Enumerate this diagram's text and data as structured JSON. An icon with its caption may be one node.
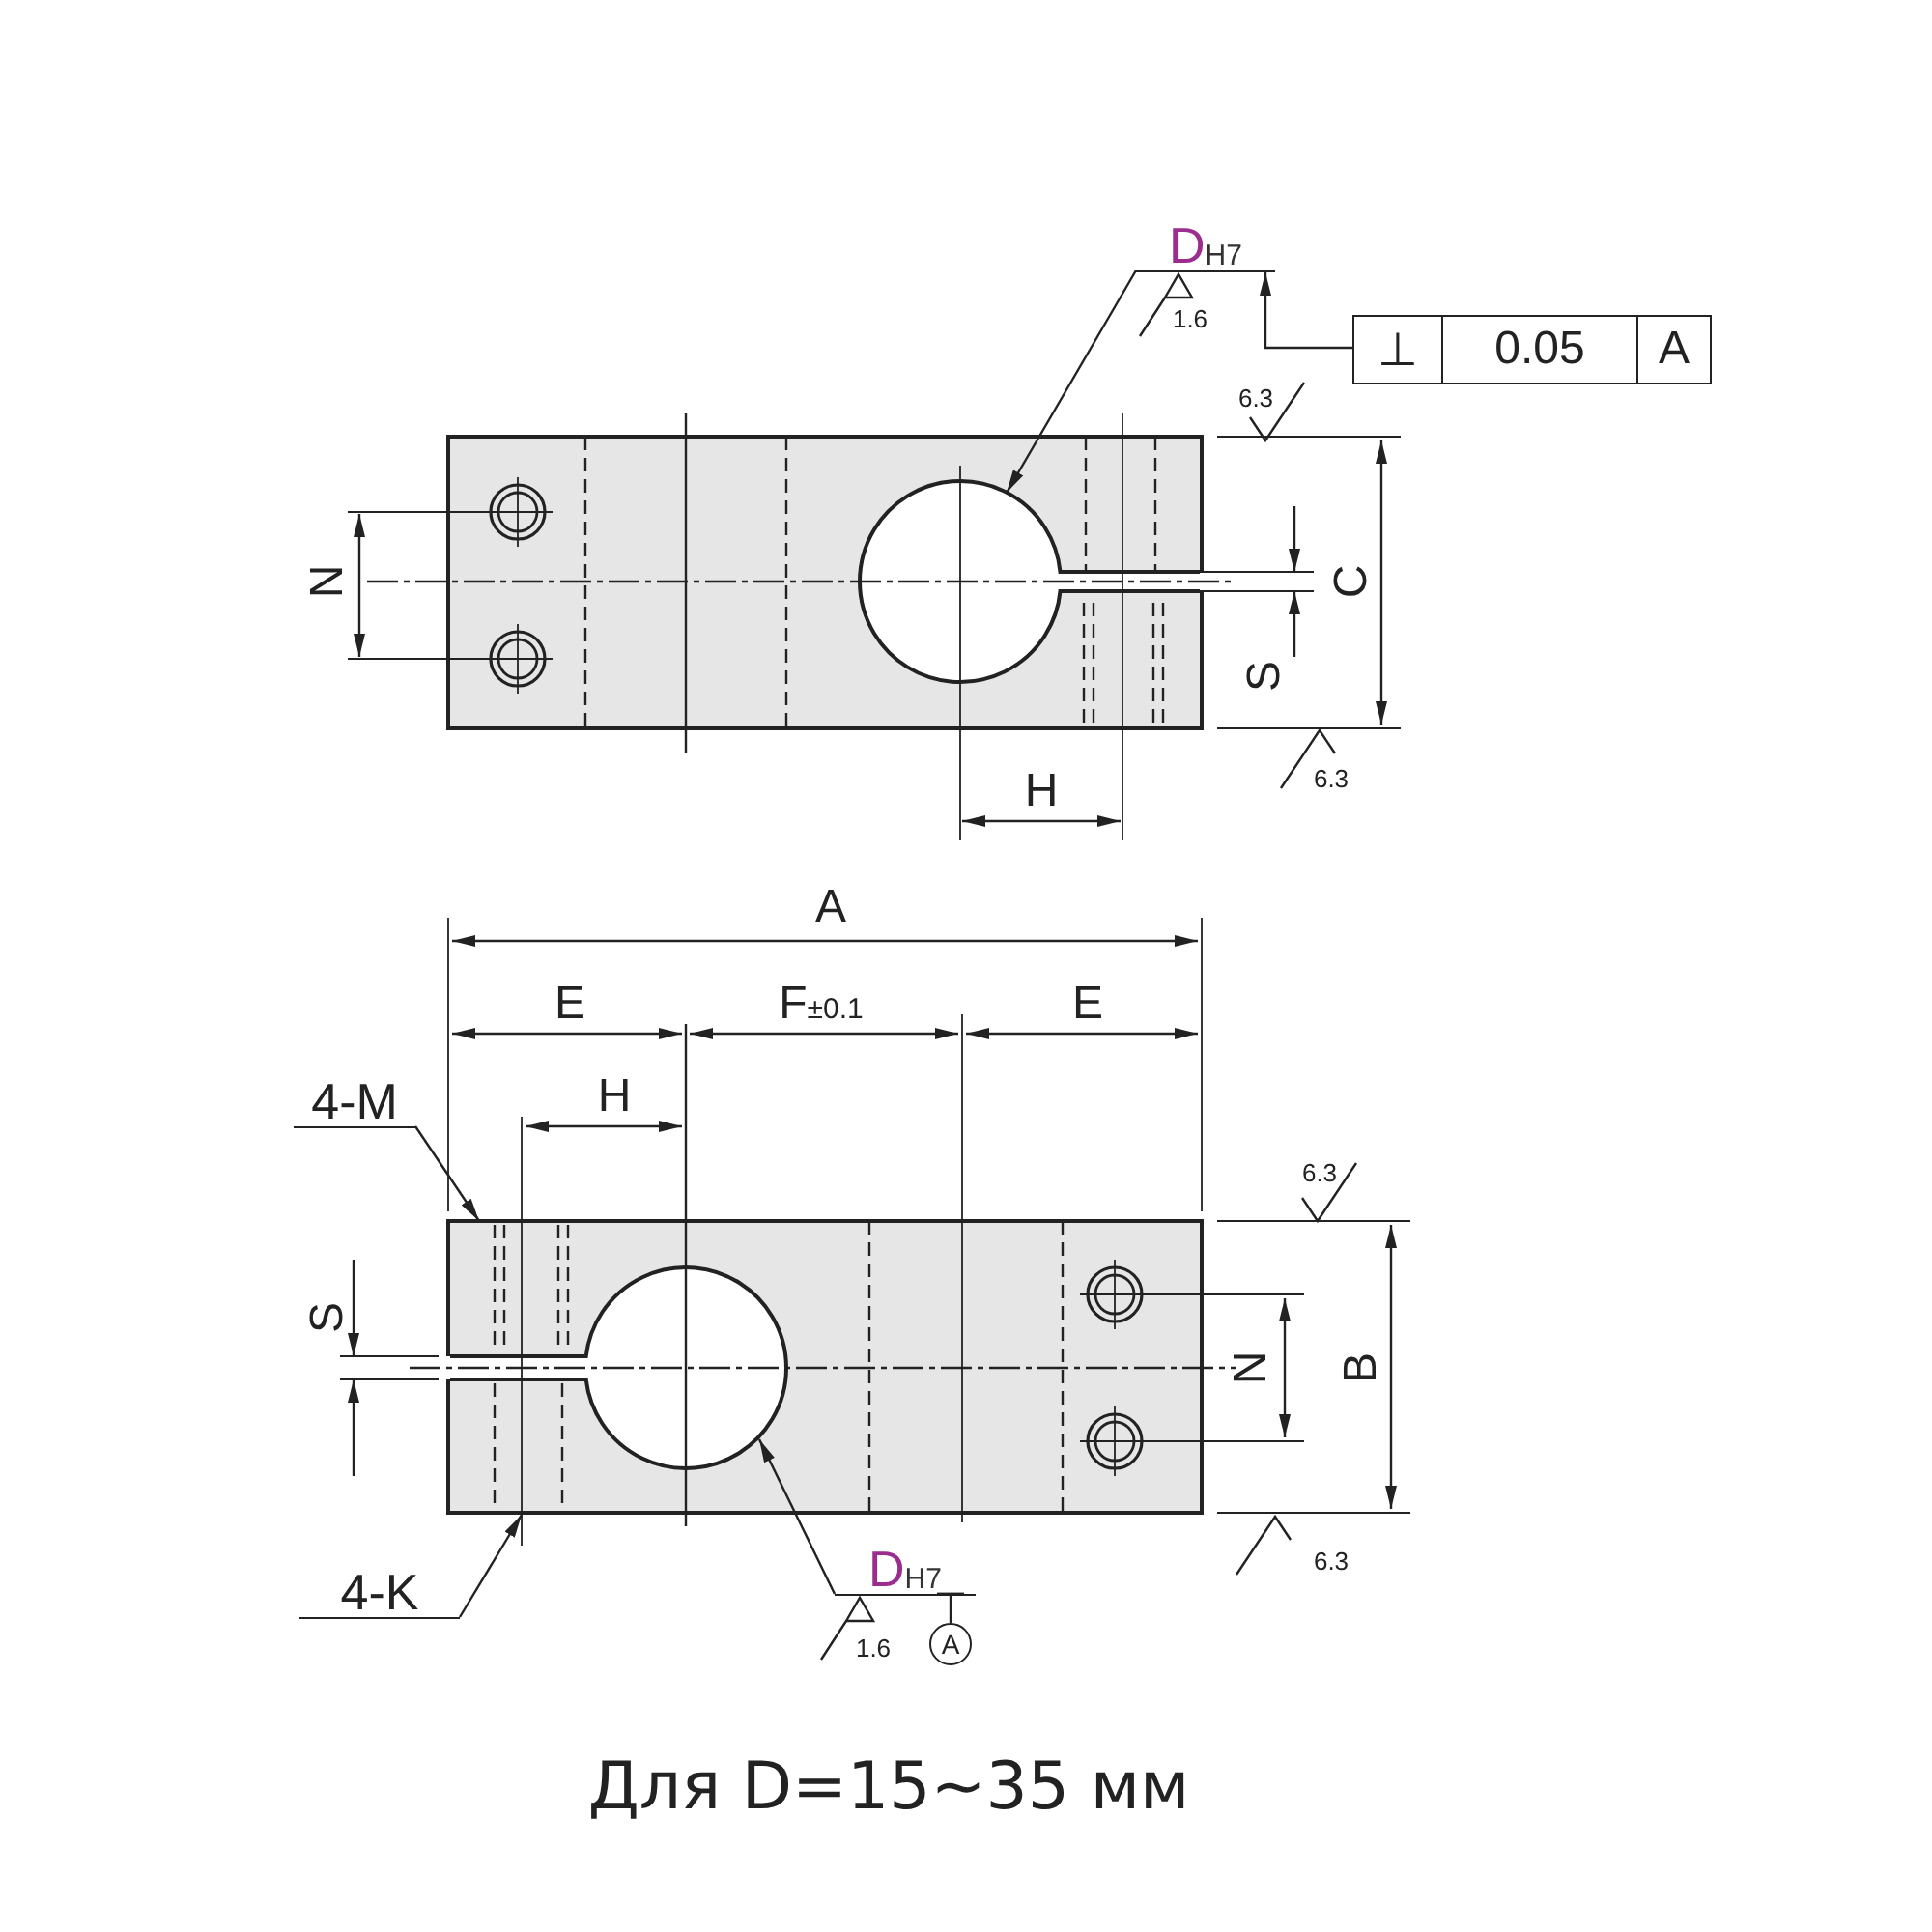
{
  "diagram": {
    "caption": "Для D=15~35 мм",
    "nodes": [
      {
        "text": [],
        "shape": "box"
      },
      {
        "text": [
          "D$_{H7}$"
        ]
      },
      {
        "text": [],
        "shape": "circle",
        "in": 0
      },
      {
        "text": [
          "⊥",
          "0.05",
          "A"
        ]
      },
      {
        "text": [
          "4-M"
        ]
      },
      {
        "text": [],
        "shape": "box"
      },
      {
        "text": [],
        "shape": "circle",
        "in": 5
      },
      {
        "text": [
          "4-K"
        ]
      },
      {
        "text": [
          "D$_{H7}$"
        ]
      },
      {
        "text": [
          "A"
        ]
      }
    ],
    "edges": [
      {
        "from": 1,
        "to": 2,
        "arrow": "to"
      },
      {
        "from": 3,
        "to": 1,
        "arrow": "to"
      },
      {
        "from": 4,
        "to": 5,
        "arrow": "to"
      },
      {
        "from": 7,
        "to": 5,
        "arrow": "to"
      },
      {
        "from": 8,
        "to": 6,
        "arrow": "to"
      },
      {
        "from": 9,
        "to": 8,
        "arrow": "other"
      }
    ],
    "labels": [
      "1.6",
      "6.3",
      "N",
      "C",
      "S",
      "6.3",
      "H",
      "A",
      "E",
      "F$_{±0.1}$",
      "E",
      "H",
      "S",
      "6.3",
      "N",
      "B",
      "6.3",
      "1.6"
    ]
  }
}
